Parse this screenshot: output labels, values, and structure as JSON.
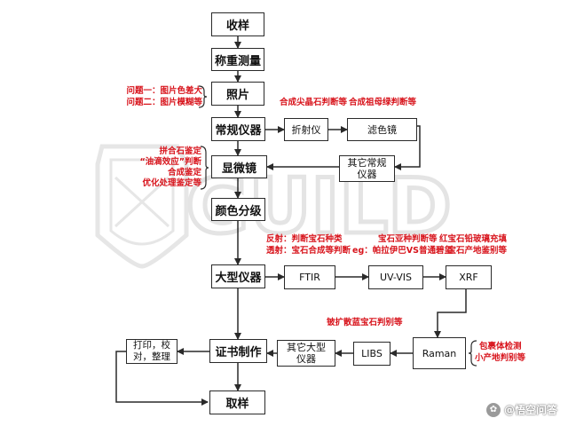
{
  "flow": {
    "step1": "收样",
    "step2": "称重测量",
    "step3": "照片",
    "step4": "常规仪器",
    "step5": "显微镜",
    "step6": "颜色分级",
    "step7": "大型仪器",
    "step8": "证书制作",
    "step9": "取样"
  },
  "conventional": {
    "refractometer": "折射仪",
    "filter": "滤色镜",
    "other": "其它常规仪器"
  },
  "large": {
    "ftir": "FTIR",
    "uvvis": "UV-VIS",
    "xrf": "XRF",
    "raman": "Raman",
    "libs": "LIBS",
    "other": "其它大型仪器"
  },
  "print_box": "打印，校对，整理",
  "notes": {
    "photo_issue1": "问题一：图片色差大",
    "photo_issue2": "问题二：图片模糊等",
    "refractometer_note": "合成尖晶石判断等",
    "filter_note": "合成祖母绿判断等",
    "micro1": "拼合石鉴定",
    "micro2": "“油滴效应”判断",
    "micro3": "合成鉴定",
    "micro4": "优化处理鉴定等",
    "ftir1": "反射：判断宝石种类",
    "ftir2": "透射：宝石合成等判断",
    "uvvis1": "宝石亚种判断等",
    "uvvis2": "eg：帕拉伊巴VS普通碧玺",
    "xrf1": "红宝石铅玻璃充填",
    "xrf2": "宝石产地鉴别等",
    "libs_note": "铍扩散蓝宝石判别等",
    "raman1": "包裹体检测",
    "raman2": "小产地判别等"
  },
  "watermark": "GUILD",
  "footer": "@悟空问答",
  "footer_icon": "wukong-logo-icon"
}
